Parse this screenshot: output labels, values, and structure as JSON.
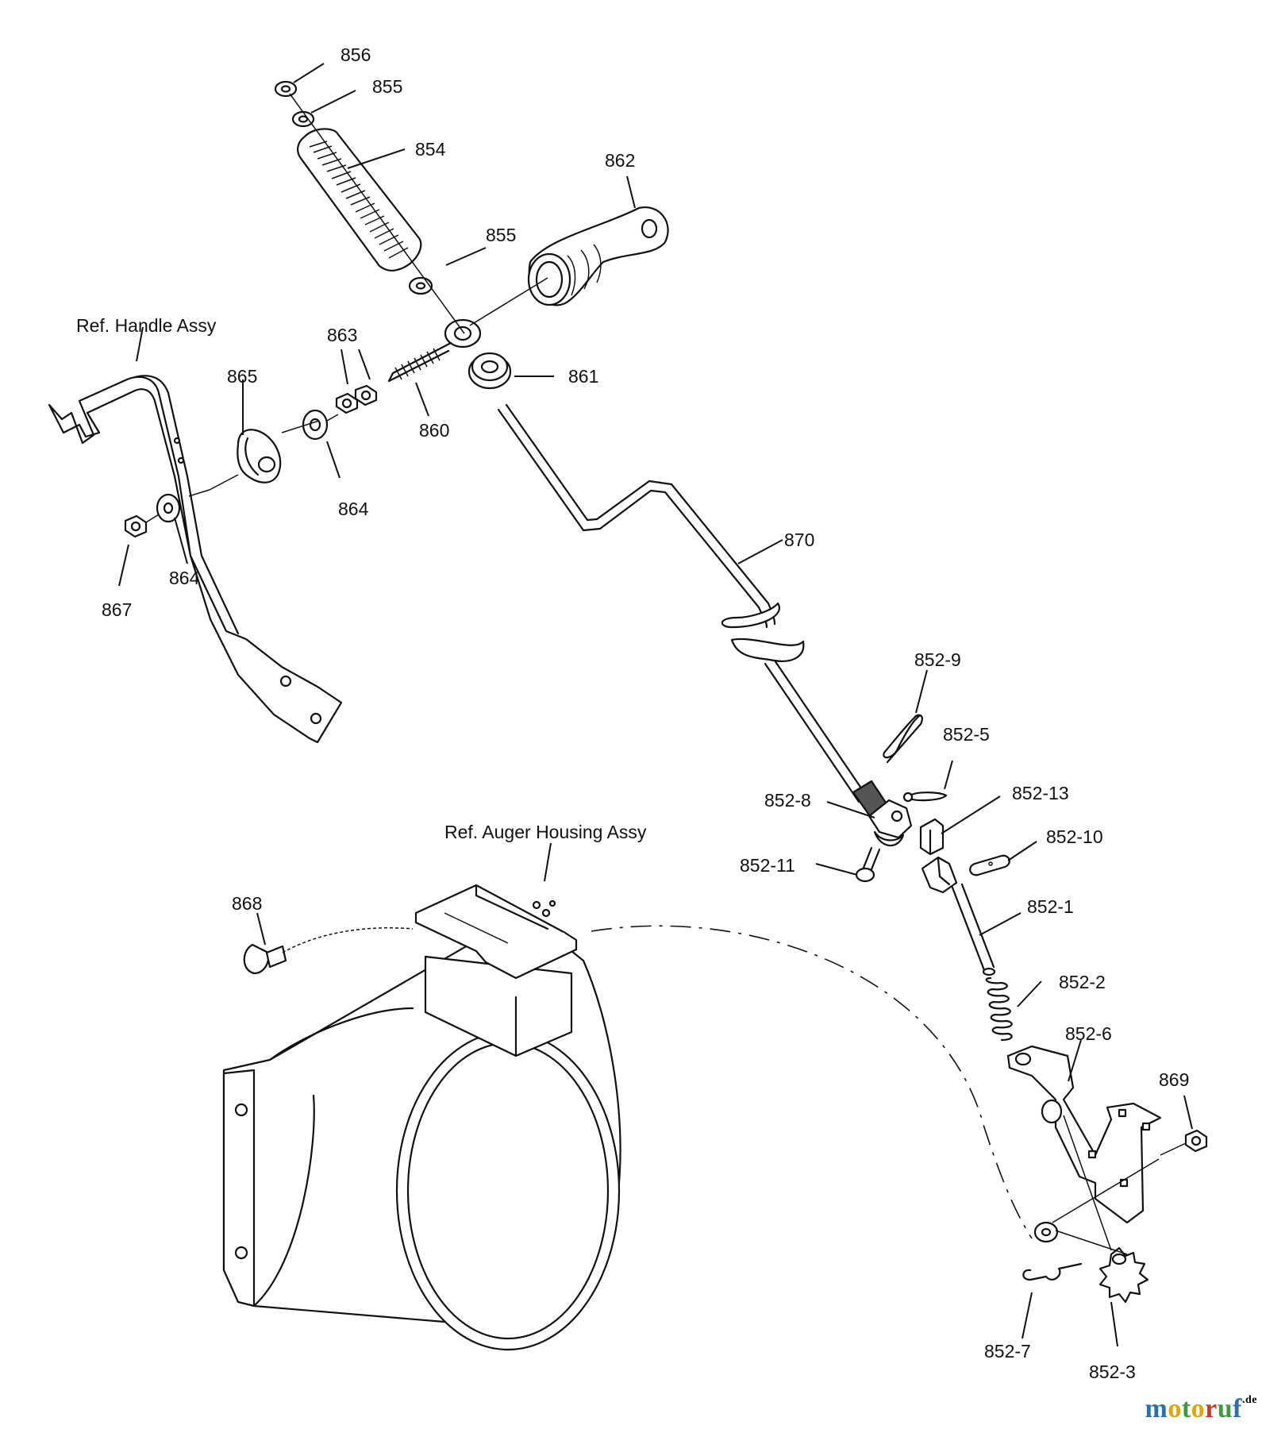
{
  "labels": {
    "p856": "856",
    "p855a": "855",
    "p854": "854",
    "p862": "862",
    "p855b": "855",
    "ref_handle": "Ref. Handle Assy",
    "p863": "863",
    "p865": "865",
    "p861": "861",
    "p860": "860",
    "p864a": "864",
    "p870": "870",
    "p864b": "864",
    "p867": "867",
    "p852_9": "852-9",
    "p852_5": "852-5",
    "p852_8": "852-8",
    "p852_13": "852-13",
    "ref_auger": "Ref. Auger Housing Assy",
    "p852_10": "852-10",
    "p852_11": "852-11",
    "p868": "868",
    "p852_1": "852-1",
    "p852_2": "852-2",
    "p852_6": "852-6",
    "p869": "869",
    "p852_7": "852-7",
    "p852_3": "852-3"
  },
  "watermark": {
    "text": "motoruf",
    "suffix": ".de"
  },
  "colors": {
    "line": "#111111",
    "background": "#ffffff",
    "watermark_m": "#2a6fb0",
    "watermark_o": "#e2a400",
    "watermark_t": "#3d9a3d",
    "watermark_r": "#c8372d"
  }
}
